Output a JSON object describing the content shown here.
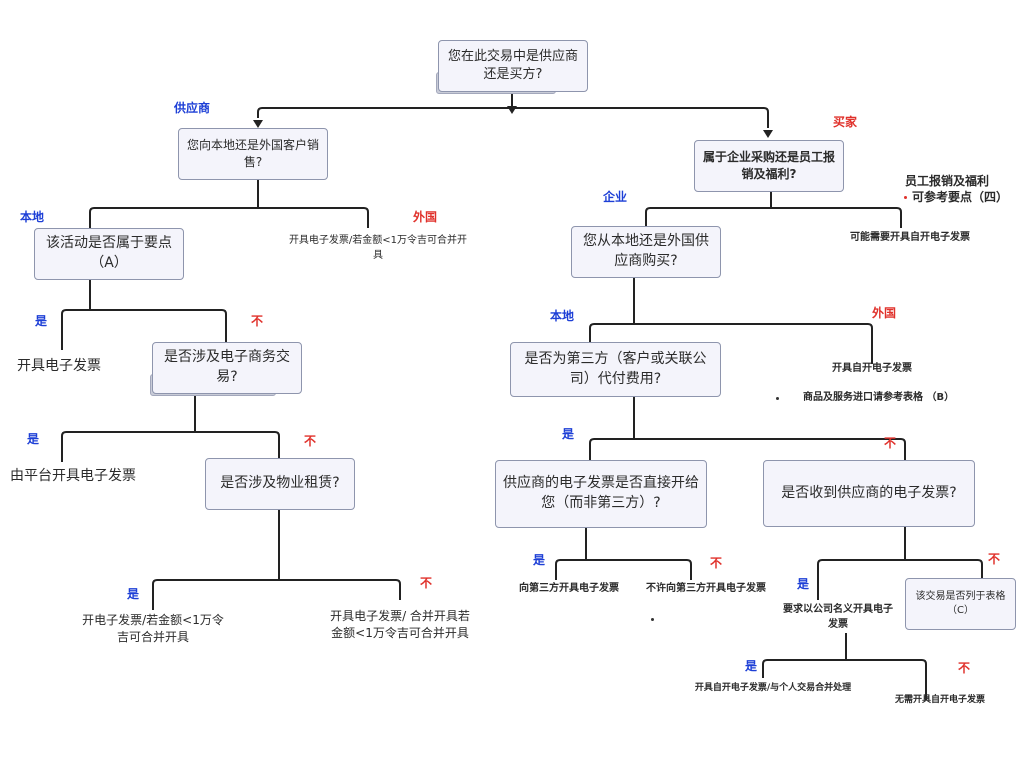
{
  "nodes": {
    "root": "您在此交易中是供应商还是买方?",
    "supplier_local_foreign": "您向本地还是外国客户销售?",
    "key_point_a": "该活动是否属于要点（A）",
    "ecommerce": "是否涉及电子商务交易?",
    "property_lease": "是否涉及物业租赁?",
    "corp_or_staff": "属于企业采购还是员工报销及福利?",
    "buy_local_foreign": "您从本地还是外国供应商购买?",
    "third_party": "是否为第三方（客户或关联公司）代付费用?",
    "direct_to_you": "供应商的电子发票是否直接开给您（而非第三方）?",
    "received_einvoice": "是否收到供应商的电子发票?",
    "listed_table_c": "该交易是否列于表格（C）"
  },
  "labels": {
    "supplier": "供应商",
    "buyer": "买家",
    "local": "本地",
    "foreign": "外国",
    "enterprise": "企业",
    "yes": "是",
    "no": "不"
  },
  "outcomes": {
    "foreign_sale": "开具电子发票/若金额<1万令吉可合并开具",
    "issue_einvoice": "开具电子发票",
    "platform_einvoice": "由平台开具电子发票",
    "lease_yes": "开电子发票/若金额<1万令吉可合并开具",
    "lease_no": "开具电子发票/ 合并开具若金额<1万令吉可合并开具",
    "staff_may_need": "可能需要开具自开电子发票",
    "staff_note_1": "员工报销及福利",
    "staff_note_2": "可参考要点（四）",
    "foreign_buy": "开具自开电子发票",
    "import_note": "商品及服务进口请参考表格 （B）",
    "to_third_party": "向第三方开具电子发票",
    "not_allowed_third": "不许向第三方开具电子发票",
    "require_company_name": "要求以公司名义开具电子发票",
    "self_bill_individual": "开具自开电子发票/与个人交易合并处理",
    "no_self_bill": "无需开具自开电子发票"
  }
}
